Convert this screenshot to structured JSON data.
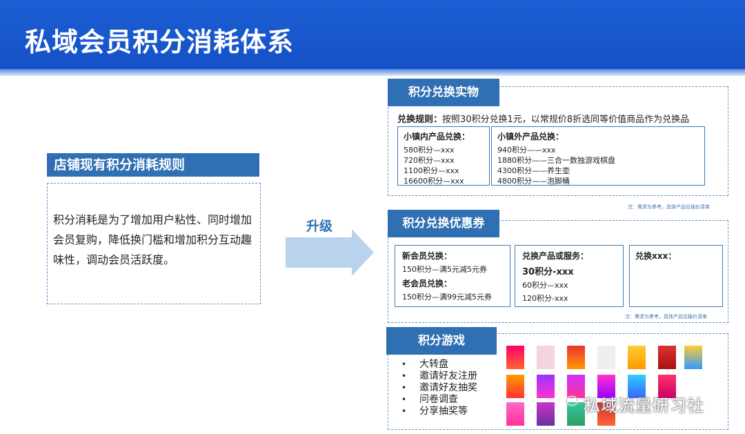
{
  "title": "私域会员积分消耗体系",
  "left": {
    "tag": "店铺现有积分消耗规则",
    "text": "积分消耗是为了增加用户粘性、同时增加会员复购，降低换门槛和增加积分互动趣味性，调动会员活跃度。"
  },
  "upgrade_label": "升级",
  "sec1": {
    "tag": "积分兑换实物",
    "rule_label": "兑换规则：",
    "rule_text": "按照30积分兑换1元，以常规价8折选同等价值商品作为兑换品",
    "box_a": {
      "title": "小镇内产品兑换：",
      "lines": [
        "580积分—xxx",
        "720积分—xxx",
        "1100积分—xxx",
        "16600积分—xxx"
      ]
    },
    "box_b": {
      "title": "小镇外产品兑换：",
      "lines": [
        "940积分——xxx",
        "1880积分——三合一数独游戏棋盘",
        "4300积分——养生壶",
        "4800积分——泡脚桶"
      ]
    },
    "note": "注：需求为参考，具体产品见报价清单"
  },
  "sec2": {
    "tag": "积分兑换优惠券",
    "box_a": {
      "title1": "新会员兑换：",
      "line1": "150积分—满5元减5元券",
      "title2": "老会员兑换：",
      "line2": "150积分—满99元减5元券"
    },
    "box_b": {
      "title": "兑换产品或服务：",
      "big": "30积分-xxx",
      "lines": [
        "60积分—xxx",
        "120积分-xxx"
      ]
    },
    "box_c": {
      "title": "兑换xxx："
    },
    "note": "注：需求为参考，具体产品见报价清单"
  },
  "sec3": {
    "tag": "积分游戏",
    "items": [
      "大转盘",
      "邀请好友注册",
      "邀请好友抽奖",
      "问卷调查",
      "分享抽奖等"
    ]
  },
  "watermark": "私域流量研习社",
  "colors": {
    "header": "#1c5fd4",
    "tag": "#2f6fb3",
    "arrow": "#b9d3ec",
    "dashed": "#5b8fc7"
  }
}
